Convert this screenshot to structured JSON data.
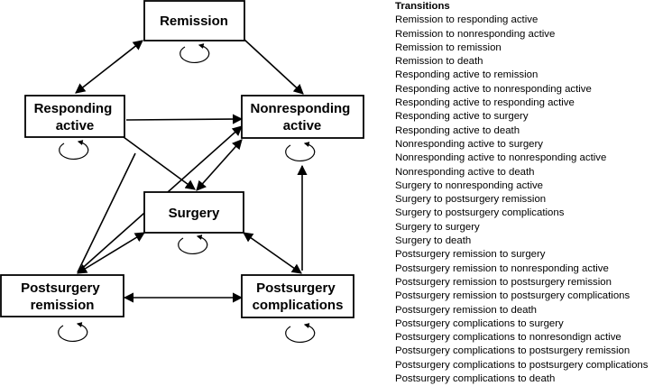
{
  "states": {
    "remission": "Remission",
    "responding_active": [
      "Responding",
      "active"
    ],
    "nonresponding_active": [
      "Nonresponding",
      "active"
    ],
    "surgery": "Surgery",
    "postsurgery_remission": [
      "Postsurgery",
      "remission"
    ],
    "postsurgery_complications": [
      "Postsurgery",
      "complications"
    ]
  },
  "legend": {
    "title": "Transitions",
    "items": [
      "Remission to responding active",
      "Remission to nonresponding active",
      "Remission to remission",
      "Remission to death",
      "Responding active to remission",
      "Responding active to nonresponding active",
      "Responding active to responding active",
      "Responding active to surgery",
      "Responding active to death",
      "Nonresponding active to surgery",
      "Nonresponding active to nonresponding active",
      "Nonresponding active to death",
      "Surgery to nonresponding active",
      "Surgery to postsurgery remission",
      "Surgery to postsurgery complications",
      "Surgery to surgery",
      "Surgery to death",
      "Postsurgery remission to surgery",
      "Postsurgery remission to nonresponding active",
      "Postsurgery remission to postsurgery remission",
      "Postsurgery remission to postsurgery complications",
      "Postsurgery remission to death",
      "Postsurgery complications to surgery",
      "Postsurgery complications to nonresondign active",
      "Postsurgery complications to postsurgery remission",
      "Postsurgery complications to postsurgery complications",
      "Postsurgery complications to death"
    ]
  }
}
